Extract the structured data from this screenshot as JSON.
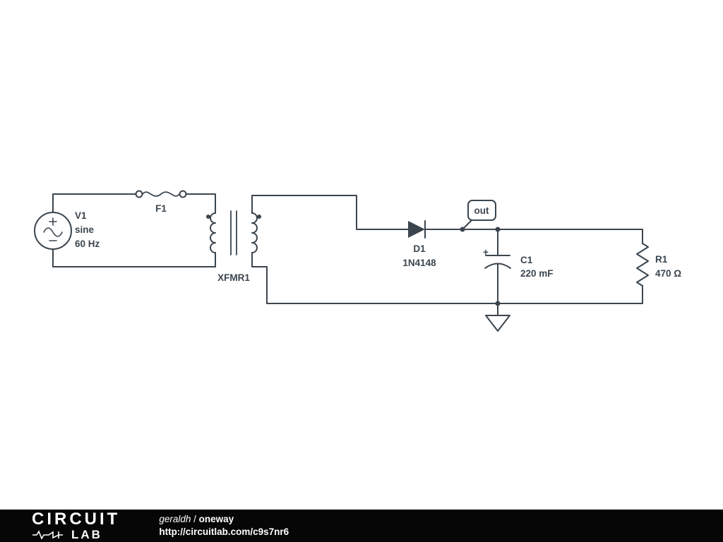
{
  "colors": {
    "background": "#ffffff",
    "wire": "#3b454e",
    "label": "#3b454e",
    "footer_bg": "#060606",
    "footer_text": "#ffffff"
  },
  "schematic": {
    "components": {
      "v1": {
        "name": "V1",
        "type": "sine",
        "value": "60 Hz"
      },
      "f1": {
        "name": "F1"
      },
      "xfmr1": {
        "name": "XFMR1"
      },
      "d1": {
        "name": "D1",
        "value": "1N4148"
      },
      "out_flag": {
        "label": "out"
      },
      "c1": {
        "name": "C1",
        "value": "220 mF",
        "polarity": "+"
      },
      "r1": {
        "name": "R1",
        "value": "470 Ω"
      }
    }
  },
  "footer": {
    "brand_line1": "CIRCUIT",
    "brand_line2": "LAB",
    "author": "geraldh",
    "separator": " / ",
    "project": "oneway",
    "url": "http://circuitlab.com/c9s7nr6"
  }
}
